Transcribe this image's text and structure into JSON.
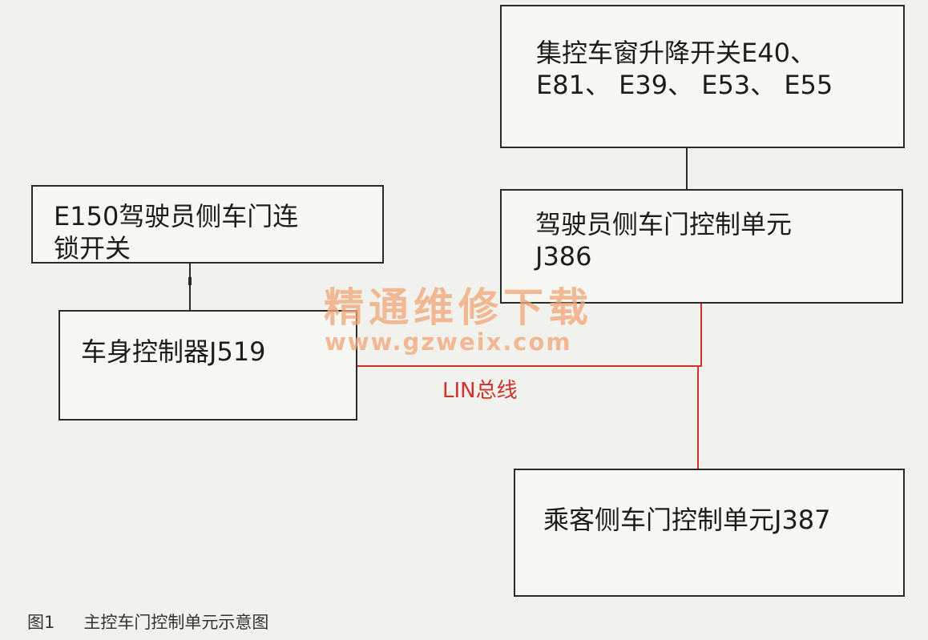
{
  "diagram": {
    "boxes": {
      "switch_group": {
        "line1": "集控车窗升降开关E40、",
        "line2": "E81、 E39、 E53、 E55"
      },
      "e150": {
        "line1": "E150驾驶员侧车门连",
        "line2": "锁开关"
      },
      "j386": {
        "line1": "驾驶员侧车门控制单元",
        "line2": "J386"
      },
      "j519": {
        "line1": "车身控制器J519"
      },
      "j387": {
        "line1": "乘客侧车门控制单元J387"
      }
    },
    "bus_label": "LIN总线",
    "colors": {
      "bus_line": "#d0312a",
      "box_border": "#2a2a2a",
      "watermark": "#f1a87a",
      "background": "#f1f2ee"
    }
  },
  "watermark": {
    "title": "精通维修下载",
    "url": "www.gzweix.com"
  },
  "caption": {
    "number": "图1",
    "text": "主控车门控制单元示意图"
  }
}
